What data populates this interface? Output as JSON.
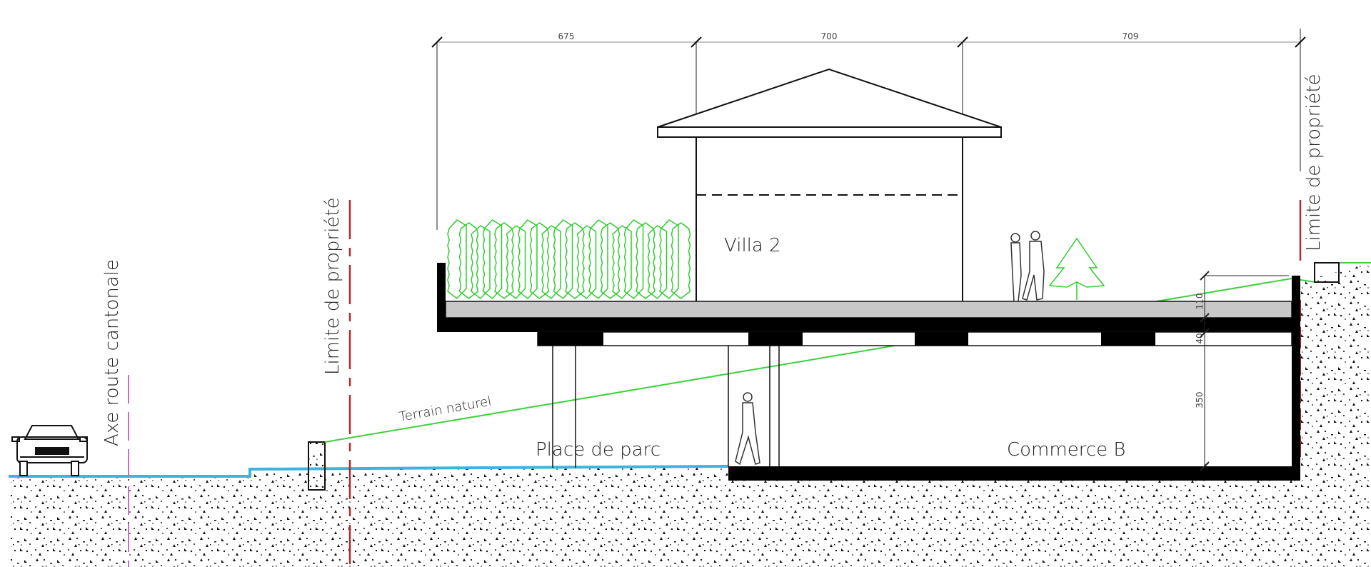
{
  "labels": {
    "road_axis": "Axe route cantonale",
    "property_limit_left": "Limite de propriété",
    "property_limit_right": "Limite de propriété",
    "natural_terrain": "Terrain naturel",
    "parking": "Place de parc",
    "villa": "Villa 2",
    "shop": "Commerce B"
  },
  "dimensions": {
    "horizontal": [
      "675",
      "700",
      "709"
    ],
    "vertical": [
      "110",
      "40",
      "350"
    ]
  },
  "colors": {
    "ground_line": "#3db4e0",
    "terrain_line": "#3fcf3f",
    "property_line": "#b22a2a",
    "road_axis_line": "#c86cc8",
    "vegetation": "#2ecc2e",
    "roof_slab_fill": "#c8c8c8"
  }
}
